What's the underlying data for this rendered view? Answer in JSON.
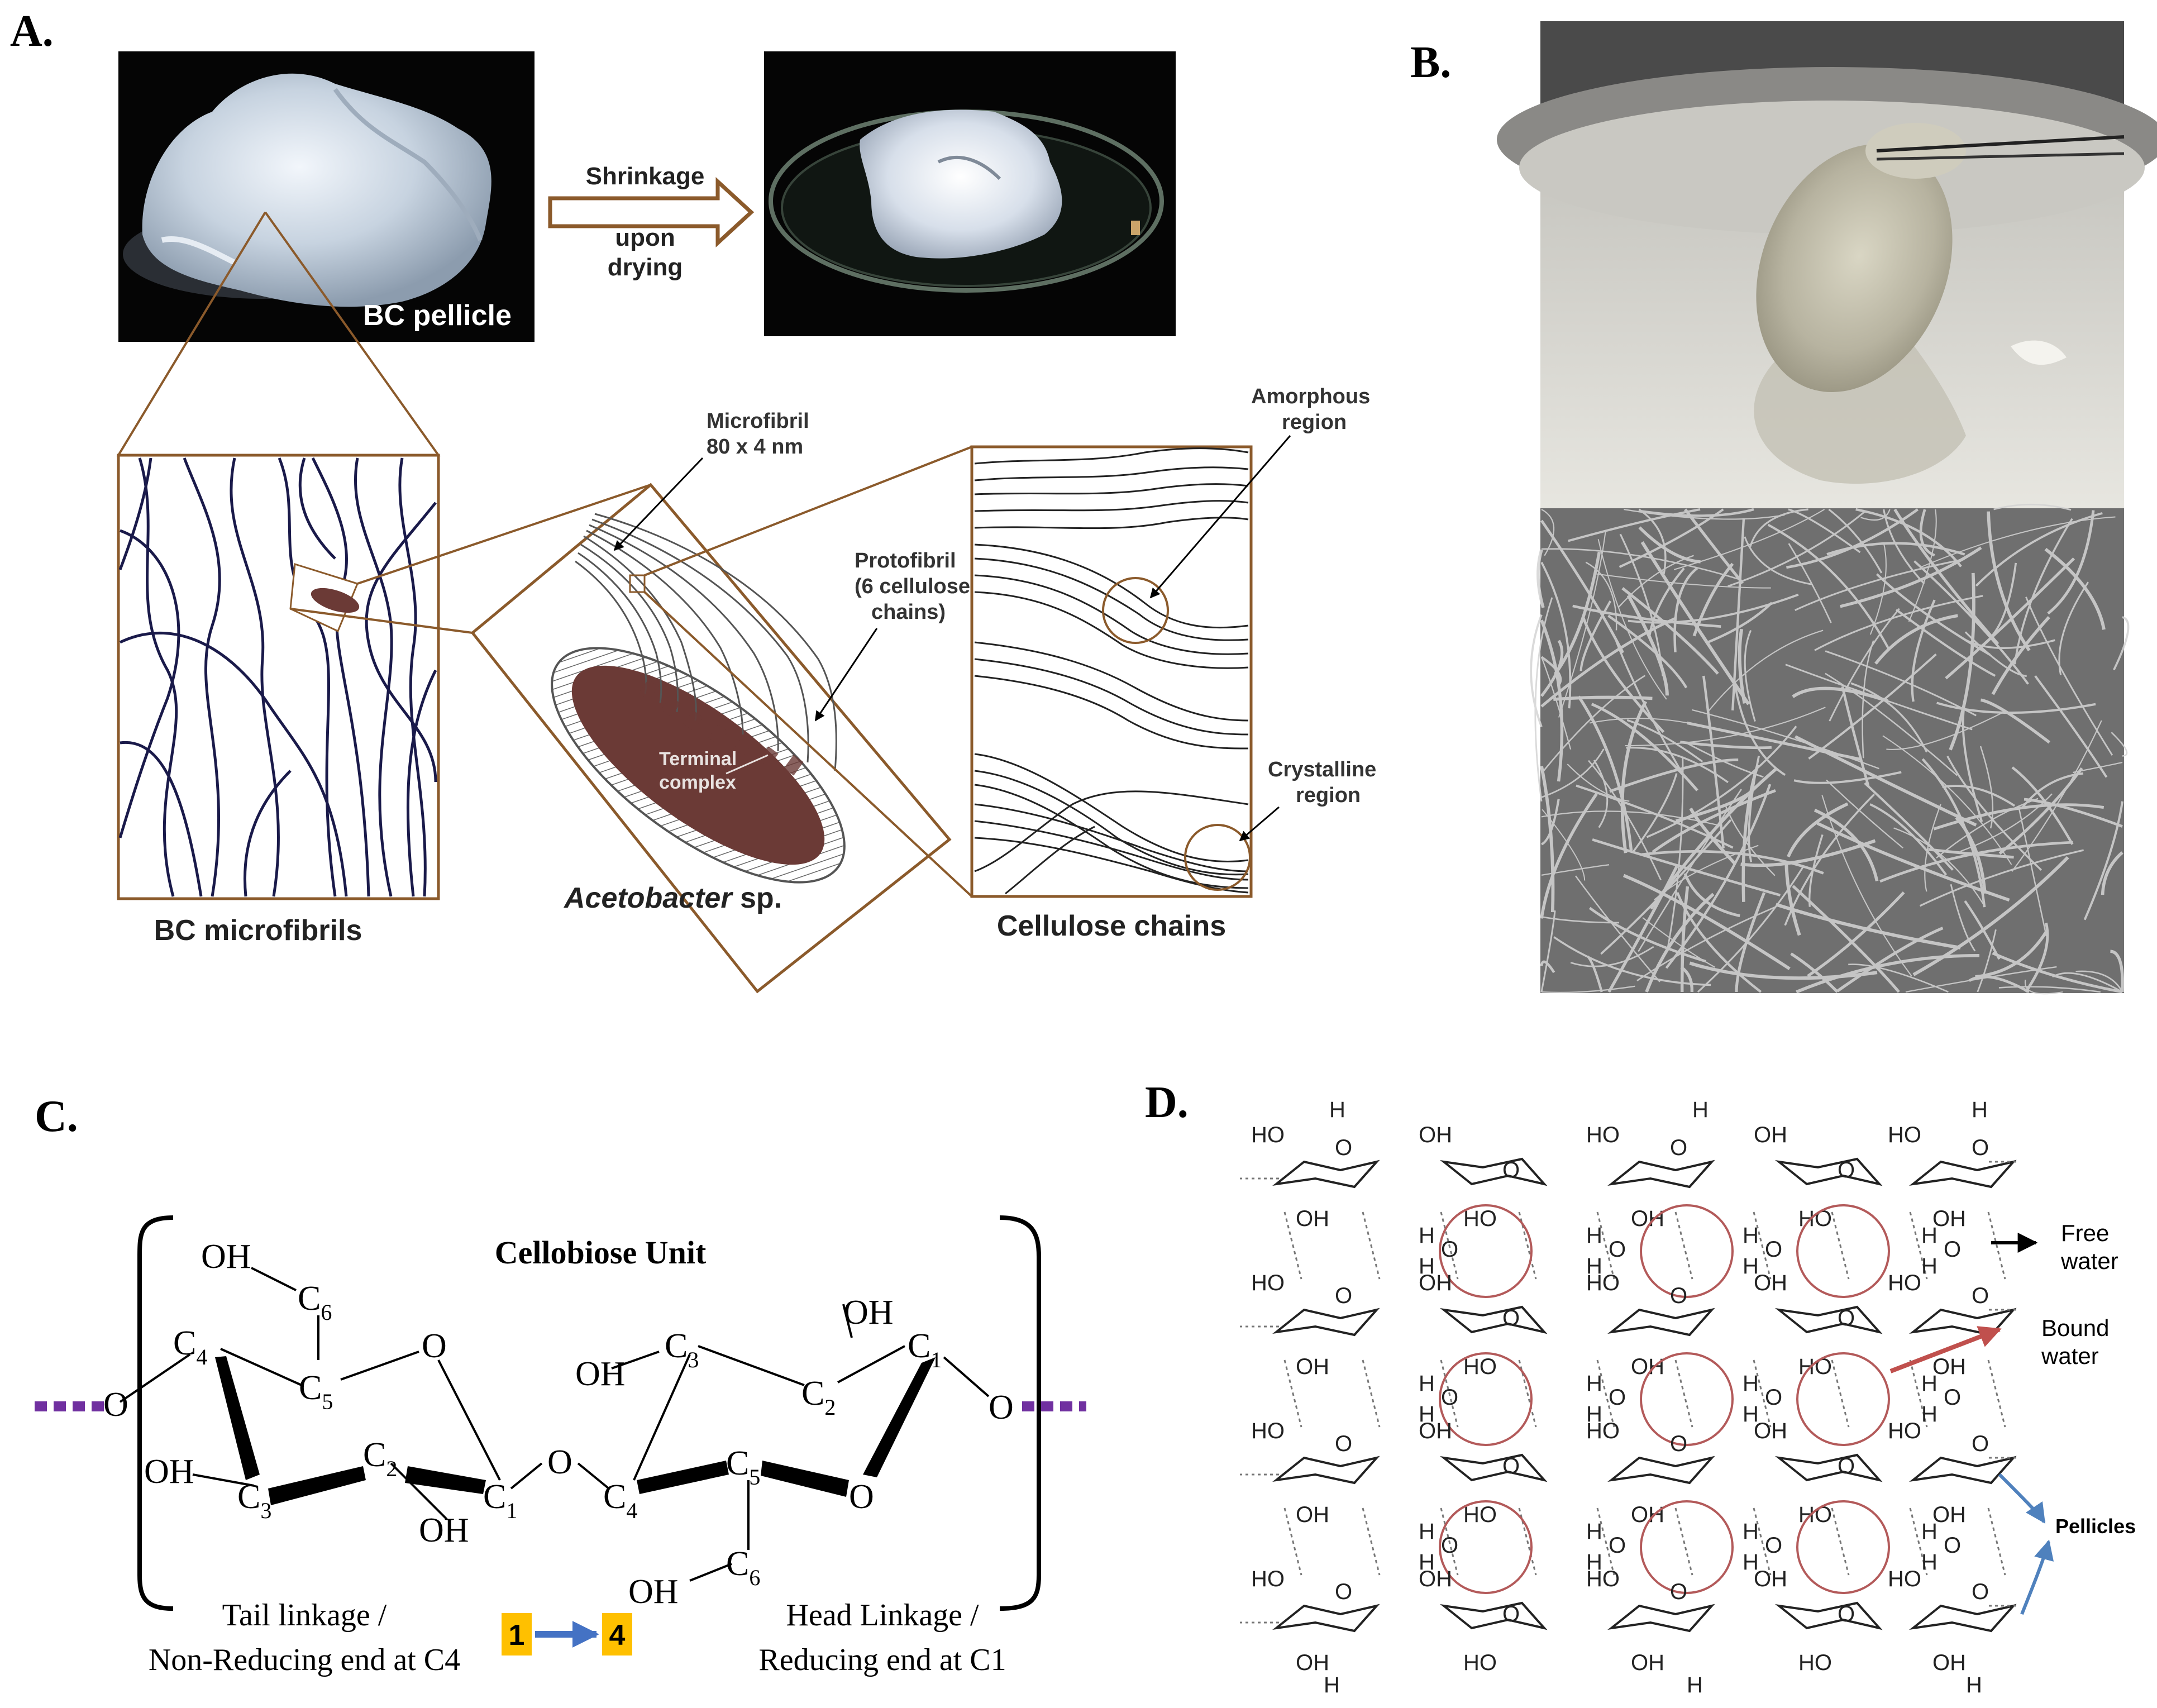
{
  "panels": {
    "a": {
      "label": "A.",
      "pellicle_label": "BC pellicle",
      "arrow_top": "Shrinkage",
      "arrow_bottom_1": "upon",
      "arrow_bottom_2": "drying",
      "microfibrils_caption": "BC microfibrils",
      "acetobacter_italic": "Acetobacter",
      "acetobacter_suffix": " sp.",
      "cellulose_caption": "Cellulose  chains",
      "microfibril_1": "Microfibril",
      "microfibril_2": "80 x 4 nm",
      "protofibril_1": "Protofibril",
      "protofibril_2": "(6 cellulose",
      "protofibril_3": "chains)",
      "terminal_1": "Terminal",
      "terminal_2": "complex",
      "amorphous_1": "Amorphous",
      "amorphous_2": "region",
      "crystalline_1": "Crystalline",
      "crystalline_2": "region"
    },
    "b": {
      "label": "B."
    },
    "c": {
      "label": "C.",
      "title": "Cellobiose Unit",
      "tail_1": "Tail linkage /",
      "tail_2": "Non-Reducing end at C4",
      "head_1": "Head Linkage /",
      "head_2": "Reducing end at C1",
      "badge_from": "1",
      "badge_to": "4",
      "atoms": {
        "oh": "OH",
        "o": "O",
        "c": "C",
        "n1": "1",
        "n2": "2",
        "n3": "3",
        "n4": "4",
        "n5": "5",
        "n6": "6"
      }
    },
    "d": {
      "label": "D.",
      "free_1": "Free",
      "free_2": "water",
      "bound_1": "Bound",
      "bound_2": "water",
      "pellicles": "Pellicles",
      "ho": "HO",
      "oh": "OH",
      "o": "O",
      "h": "H"
    }
  },
  "colors": {
    "frame_brown": "#8b5a2b",
    "cell_brown": "#6b3a36",
    "fiber_navy": "#1a1a4a",
    "circle_red": "#b35a5a",
    "purple_dots": "#7030a0",
    "badge_yellow": "#ffc000",
    "badge_arrow": "#4472c4",
    "bound_arrow": "#c0504d",
    "pellicle_arrow": "#4f81bd"
  }
}
